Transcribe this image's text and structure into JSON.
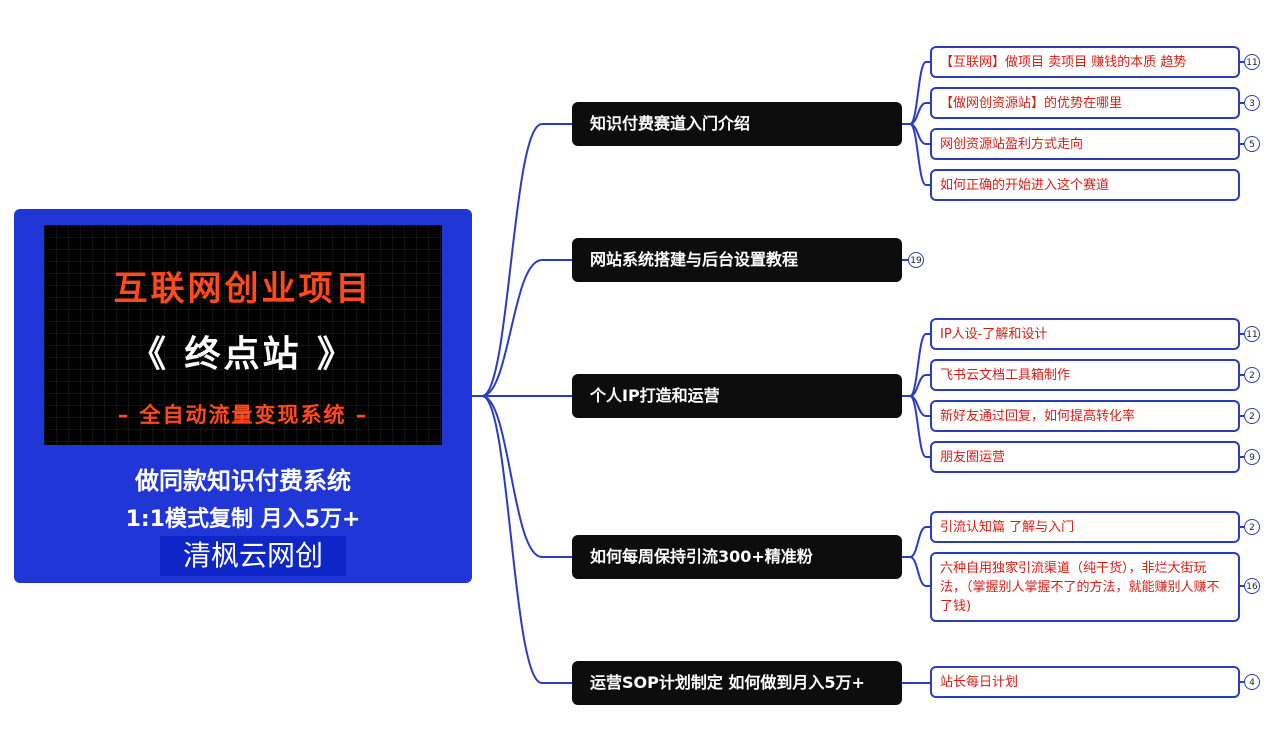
{
  "root": {
    "banner_line1": "互联网创业项目",
    "banner_line2": "《 终点站 》",
    "banner_line3": "– 全自动流量变现系统 –",
    "line1": "做同款知识付费系统",
    "line2": "1:1模式复制  月入5万+",
    "brand": "清枫云网创"
  },
  "topics": [
    {
      "label": "知识付费赛道入门介绍",
      "children": [
        {
          "label": "【互联网】做项目 卖项目 赚钱的本质 趋势",
          "count": "11"
        },
        {
          "label": "【做网创资源站】的优势在哪里",
          "count": "3"
        },
        {
          "label": "网创资源站盈利方式走向",
          "count": "5"
        },
        {
          "label": "如何正确的开始进入这个赛道",
          "count": ""
        }
      ]
    },
    {
      "label": "网站系统搭建与后台设置教程",
      "count": "19",
      "children": []
    },
    {
      "label": "个人IP打造和运营",
      "children": [
        {
          "label": "IP人设-了解和设计",
          "count": "11"
        },
        {
          "label": "飞书云文档工具箱制作",
          "count": "2"
        },
        {
          "label": "新好友通过回复，如何提高转化率",
          "count": "2"
        },
        {
          "label": "朋友圈运营",
          "count": "9"
        }
      ]
    },
    {
      "label": "如何每周保持引流300+精准粉",
      "children": [
        {
          "label": "引流认知篇  了解与入门",
          "count": "2"
        },
        {
          "label": "六种自用独家引流渠道（纯干货），非烂大街玩法，（掌握别人掌握不了的方法，就能赚别人赚不了钱)",
          "count": "16"
        }
      ]
    },
    {
      "label": "运营SOP计划制定 如何做到月入5万+",
      "children": [
        {
          "label": "站长每日计划",
          "count": "4"
        }
      ]
    }
  ],
  "colors": {
    "root_bg": "#2136d6",
    "topic_bg": "#0d0d0d",
    "connector": "#2a3dc0",
    "sub_text": "#d41f16",
    "banner_accent": "#ff4a1c"
  }
}
